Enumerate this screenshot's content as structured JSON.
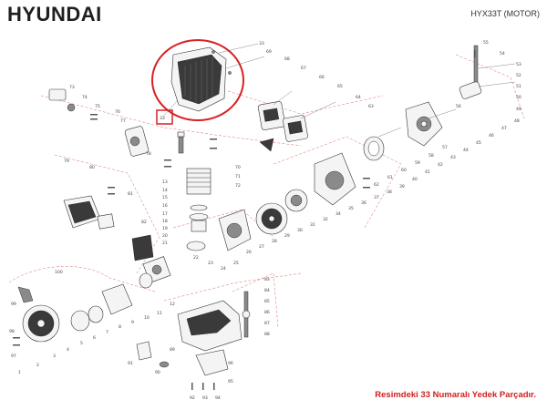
{
  "header": {
    "brand": "HYUNDAI",
    "model": "HYX33T (MOTOR)"
  },
  "footer": {
    "note": "Resimdeki 33 Numaralı Yedek Parçadır."
  },
  "highlight": {
    "part_number": "33",
    "color": "#d92020"
  },
  "colors": {
    "brand_text": "#1f1f1f",
    "note_text": "#d02020",
    "dashed_outline": "#d76a6a"
  },
  "callouts": [
    {
      "id": "33a",
      "text": "33"
    },
    {
      "id": "33b",
      "text": "33"
    },
    {
      "id": "1",
      "text": "1"
    },
    {
      "id": "2",
      "text": "2"
    },
    {
      "id": "3",
      "text": "3"
    },
    {
      "id": "4",
      "text": "4"
    },
    {
      "id": "5",
      "text": "5"
    },
    {
      "id": "6",
      "text": "6"
    },
    {
      "id": "7",
      "text": "7"
    },
    {
      "id": "8",
      "text": "8"
    },
    {
      "id": "9",
      "text": "9"
    },
    {
      "id": "10",
      "text": "10"
    },
    {
      "id": "11",
      "text": "11"
    },
    {
      "id": "12",
      "text": "12"
    },
    {
      "id": "13",
      "text": "13"
    },
    {
      "id": "14",
      "text": "14"
    },
    {
      "id": "15",
      "text": "15"
    },
    {
      "id": "16",
      "text": "16"
    },
    {
      "id": "17",
      "text": "17"
    },
    {
      "id": "18",
      "text": "18"
    },
    {
      "id": "19",
      "text": "19"
    },
    {
      "id": "20",
      "text": "20"
    },
    {
      "id": "21",
      "text": "21"
    },
    {
      "id": "22",
      "text": "22"
    },
    {
      "id": "23",
      "text": "23"
    },
    {
      "id": "24",
      "text": "24"
    },
    {
      "id": "25",
      "text": "25"
    },
    {
      "id": "26",
      "text": "26"
    },
    {
      "id": "27",
      "text": "27"
    },
    {
      "id": "28",
      "text": "28"
    },
    {
      "id": "29",
      "text": "29"
    },
    {
      "id": "30",
      "text": "30"
    },
    {
      "id": "31",
      "text": "31"
    },
    {
      "id": "32",
      "text": "32"
    },
    {
      "id": "34",
      "text": "34"
    },
    {
      "id": "35",
      "text": "35"
    },
    {
      "id": "36",
      "text": "36"
    },
    {
      "id": "37",
      "text": "37"
    },
    {
      "id": "38",
      "text": "38"
    },
    {
      "id": "39",
      "text": "39"
    },
    {
      "id": "40",
      "text": "40"
    },
    {
      "id": "41",
      "text": "41"
    },
    {
      "id": "42",
      "text": "42"
    },
    {
      "id": "43",
      "text": "43"
    },
    {
      "id": "44",
      "text": "44"
    },
    {
      "id": "45",
      "text": "45"
    },
    {
      "id": "46",
      "text": "46"
    },
    {
      "id": "47",
      "text": "47"
    },
    {
      "id": "48",
      "text": "48"
    },
    {
      "id": "49",
      "text": "49"
    },
    {
      "id": "50",
      "text": "50"
    },
    {
      "id": "51",
      "text": "51"
    },
    {
      "id": "52",
      "text": "52"
    },
    {
      "id": "53",
      "text": "53"
    },
    {
      "id": "54",
      "text": "54"
    },
    {
      "id": "55",
      "text": "55"
    },
    {
      "id": "56",
      "text": "56"
    },
    {
      "id": "57",
      "text": "57"
    },
    {
      "id": "58",
      "text": "58"
    },
    {
      "id": "59",
      "text": "59"
    },
    {
      "id": "60",
      "text": "60"
    },
    {
      "id": "61",
      "text": "61"
    },
    {
      "id": "62",
      "text": "62"
    },
    {
      "id": "63",
      "text": "63"
    },
    {
      "id": "64",
      "text": "64"
    },
    {
      "id": "65",
      "text": "65"
    },
    {
      "id": "66",
      "text": "66"
    },
    {
      "id": "67",
      "text": "67"
    },
    {
      "id": "68",
      "text": "68"
    },
    {
      "id": "69",
      "text": "69"
    },
    {
      "id": "70",
      "text": "70"
    },
    {
      "id": "71",
      "text": "71"
    },
    {
      "id": "72",
      "text": "72"
    },
    {
      "id": "73",
      "text": "73"
    },
    {
      "id": "74",
      "text": "74"
    },
    {
      "id": "75",
      "text": "75"
    },
    {
      "id": "76",
      "text": "76"
    },
    {
      "id": "77",
      "text": "77"
    },
    {
      "id": "78",
      "text": "78"
    },
    {
      "id": "79",
      "text": "79"
    },
    {
      "id": "80",
      "text": "80"
    },
    {
      "id": "81",
      "text": "81"
    },
    {
      "id": "82",
      "text": "82"
    },
    {
      "id": "83",
      "text": "83"
    },
    {
      "id": "84",
      "text": "84"
    },
    {
      "id": "85",
      "text": "85"
    },
    {
      "id": "86",
      "text": "86"
    },
    {
      "id": "87",
      "text": "87"
    },
    {
      "id": "88",
      "text": "88"
    },
    {
      "id": "89",
      "text": "89"
    },
    {
      "id": "90",
      "text": "90"
    },
    {
      "id": "91",
      "text": "91"
    },
    {
      "id": "92",
      "text": "92"
    },
    {
      "id": "93",
      "text": "93"
    },
    {
      "id": "94",
      "text": "94"
    },
    {
      "id": "95",
      "text": "95"
    },
    {
      "id": "96",
      "text": "96"
    },
    {
      "id": "97",
      "text": "97"
    },
    {
      "id": "98",
      "text": "98"
    },
    {
      "id": "99",
      "text": "99"
    },
    {
      "id": "100",
      "text": "100"
    }
  ]
}
